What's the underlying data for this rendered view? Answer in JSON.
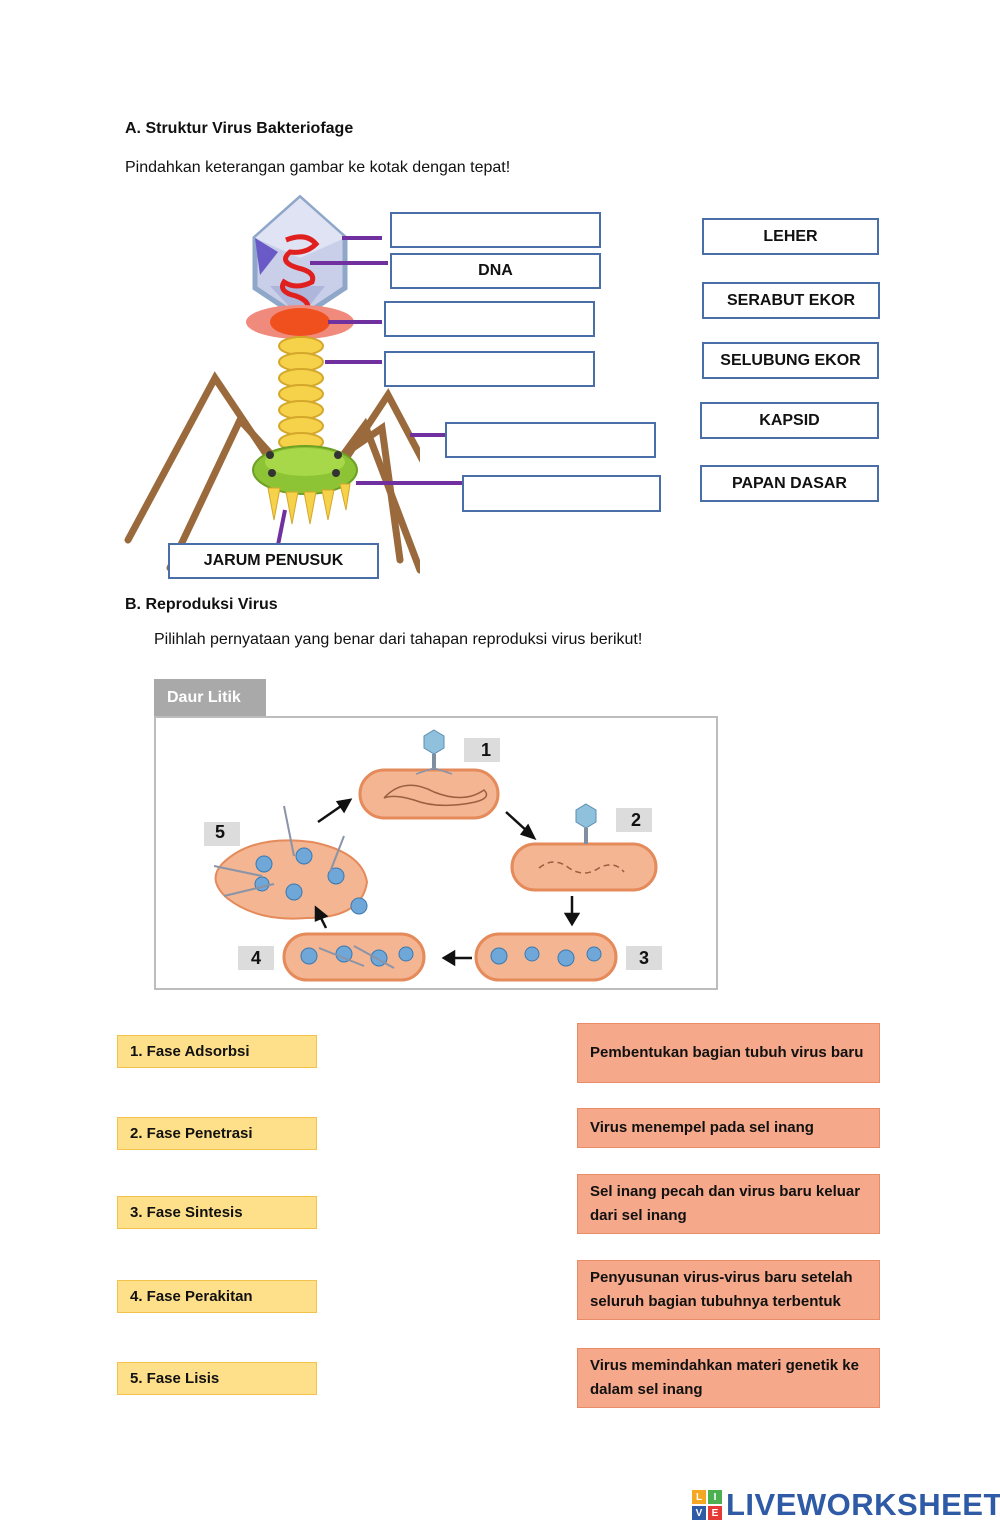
{
  "section_a": {
    "title": "A.   Struktur Virus Bakteriofage",
    "instruction": "Pindahkan keterangan gambar ke kotak dengan tepat!",
    "placed_labels": {
      "dna": "DNA",
      "needle": "JARUM PENUSUK"
    },
    "answer_bank": [
      "LEHER",
      "SERABUT EKOR",
      "SELUBUNG EKOR",
      "KAPSID",
      "PAPAN DASAR"
    ]
  },
  "section_b": {
    "title": "B.   Reproduksi Virus",
    "instruction": "Pilihlah pernyataan yang benar dari tahapan reproduksi virus berikut!",
    "tab_label": "Daur Litik",
    "cycle_numbers": [
      "1",
      "2",
      "3",
      "4",
      "5"
    ],
    "phases": [
      "1. Fase Adsorbsi",
      "2. Fase Penetrasi",
      "3. Fase Sintesis",
      "4. Fase Perakitan",
      "5. Fase Lisis"
    ],
    "descriptions": [
      "Pembentukan bagian tubuh virus baru",
      "Virus menempel pada sel inang",
      "Sel inang pecah dan virus baru keluar dari sel inang",
      "Penyusunan virus-virus baru setelah seluruh bagian tubuhnya terbentuk",
      "Virus memindahkan materi genetik ke dalam sel inang"
    ]
  },
  "brand": {
    "name": "LIVEWORKSHEETS",
    "logo_letters": [
      "L",
      "I",
      "V",
      "E"
    ]
  },
  "colors": {
    "box_border": "#4a6ea8",
    "phase_bg": "#ffe08a",
    "desc_bg": "#f5a88a",
    "tab_bg": "#a9a9a9"
  }
}
